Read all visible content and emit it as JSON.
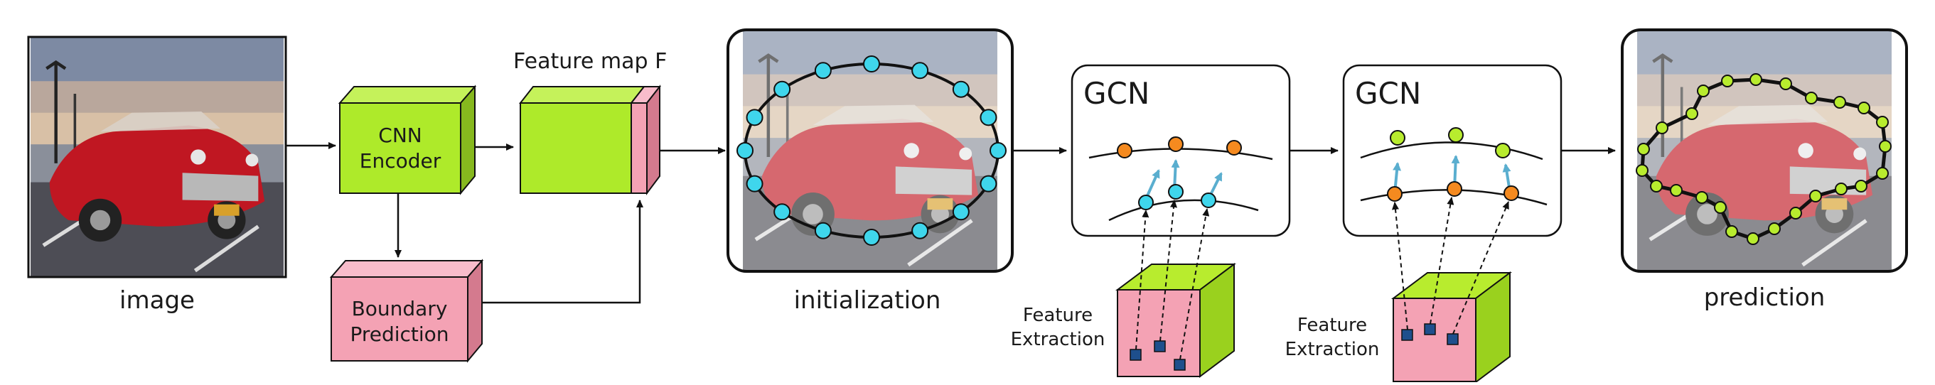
{
  "labels": {
    "image": "image",
    "cnn_encoder_line1": "CNN",
    "cnn_encoder_line2": "Encoder",
    "boundary_line1": "Boundary",
    "boundary_line2": "Prediction",
    "feature_map": "Feature map F",
    "initialization": "initialization",
    "gcn_1": "GCN",
    "gcn_2": "GCN",
    "feature_extraction_1_line1": "Feature",
    "feature_extraction_1_line2": "Extraction",
    "feature_extraction_2_line1": "Feature",
    "feature_extraction_2_line2": "Extraction",
    "prediction": "prediction"
  },
  "colors": {
    "green": "#aeea2a",
    "green_dark": "#86b81e",
    "pink": "#f4a2b4",
    "pink_dark": "#d47a8e",
    "cyan": "#3fd6ec",
    "orange": "#f58a1f",
    "lime": "#b8ec2e",
    "navy": "#1e4f8c",
    "arrow_blue": "#5aaecf"
  },
  "icons": {
    "photo": "car-photo-icon",
    "block": "3d-box-icon"
  }
}
